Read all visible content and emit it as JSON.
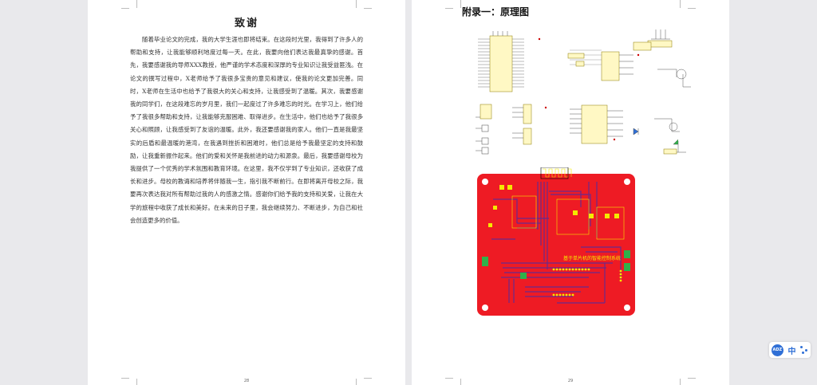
{
  "left_page": {
    "title": "致谢",
    "body": "随着毕业论文的完成，我的大学生涯也即将结束。在这段时光里，我得到了许多人的帮助和支持，让我能够顺利地度过每一天。在此，我要向他们表达我最真挚的感谢。首先，我要感谢我的导师XXX教授，他严谨的学术态度和深厚的专业知识让我受益匪浅。在论文的撰写过程中，X老师给予了我很多宝贵的意见和建议，使我的论文更加完善。同时，X老师在生活中也给予了我很大的关心和支持，让我感受到了温暖。其次，我要感谢我的同学们，在这段难忘的岁月里，我们一起度过了许多难忘的时光。在学习上，他们给予了我很多帮助和支持，让我能够克服困难、取得进步。在生活中，他们也给予了我很多关心和照顾，让我感受到了友谊的温暖。此外，我还要感谢我的家人。他们一直是我最坚实的后盾和最温暖的港湾，在我遇到挫折和困难时，他们总是给予我最坚定的支持和鼓励，让我重新振作起来。他们的爱和关怀是我前进的动力和源泉。最后，我要感谢母校为我提供了一个优秀的学术氛围和教育环境。在这里，我不仅学到了专业知识，还收获了成长和进步。母校的教诲和培养将伴随我一生，指引我不断前行。在即将离开母校之际，我要再次表达我对所有帮助过我的人的感激之情。感谢你们给予我的支持和关爱，让我在大学的旅程中收获了成长和美好。在未来的日子里，我会继续努力、不断进步，为自己和社会创造更多的价值。",
    "page_number": "28"
  },
  "right_page": {
    "title": "附录一：原理图",
    "page_number": "29",
    "pcb_label": "基于单片机的智能控制系统"
  },
  "toolbar": {
    "logo_text": "ADZ",
    "lang_label": "中"
  },
  "colors": {
    "pcb_red": "#ee1b24",
    "trace_purple": "#6a2a8c",
    "pad_yellow": "#f4e900",
    "brand_blue": "#2f6fd6"
  }
}
